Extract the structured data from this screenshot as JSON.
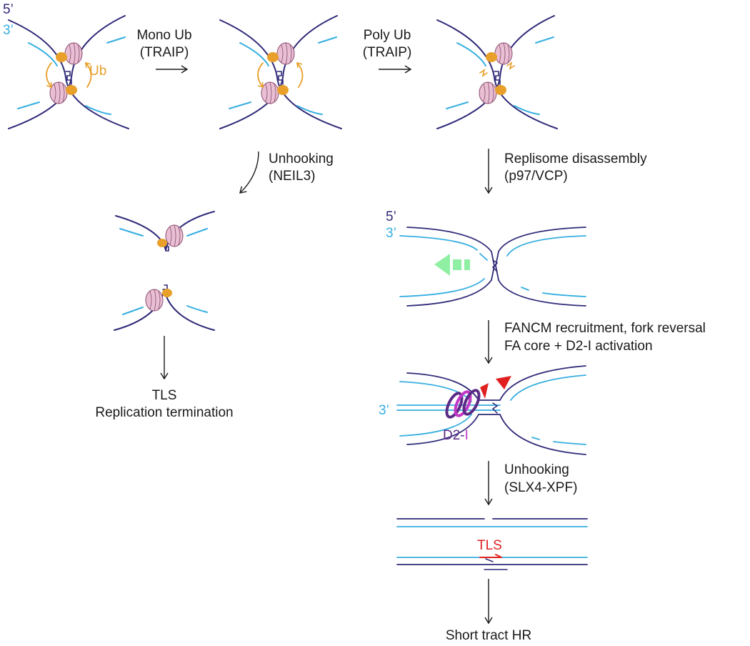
{
  "colors": {
    "strand_dark": "#2f2a78",
    "strand_light": "#35aee0",
    "helicase_fill": "#e8bfd3",
    "helicase_stroke": "#8a4b70",
    "ub": "#e8a02a",
    "arrow_green": "#8ff0a4",
    "d2_dark": "#5b2a86",
    "d2_light": "#c237c6",
    "cut_red": "#e02020",
    "tls_red": "#e02020",
    "text": "#1a1a1a"
  },
  "icons": [
    "curved-arrow-icon",
    "straight-arrow-icon",
    "cut-arrowhead-icon",
    "ubiquitin-blob",
    "helicase-ring"
  ],
  "labels": {
    "five_prime": "5’",
    "three_prime": "3’",
    "ub": "Ub",
    "d2": "D2-",
    "d2_i": "I",
    "tls_small": "TLS"
  },
  "steps": {
    "mono_ub": "Mono Ub",
    "traip_1": "(TRAIP)",
    "poly_ub": "Poly Ub",
    "traip_2": "(TRAIP)",
    "unhooking_neil3_1": "Unhooking",
    "unhooking_neil3_2": "(NEIL3)",
    "disassembly_1": "Replisome disassembly",
    "disassembly_2": "(p97/VCP)",
    "fancm_1": "FANCM recruitment, fork reversal",
    "fancm_2": "FA core + D2-I activation",
    "unhooking_slx4_1": "Unhooking",
    "unhooking_slx4_2": "(SLX4-XPF)"
  },
  "outcomes": {
    "tls": "TLS",
    "replication_termination": "Replication termination",
    "short_tract_hr": "Short tract HR"
  }
}
